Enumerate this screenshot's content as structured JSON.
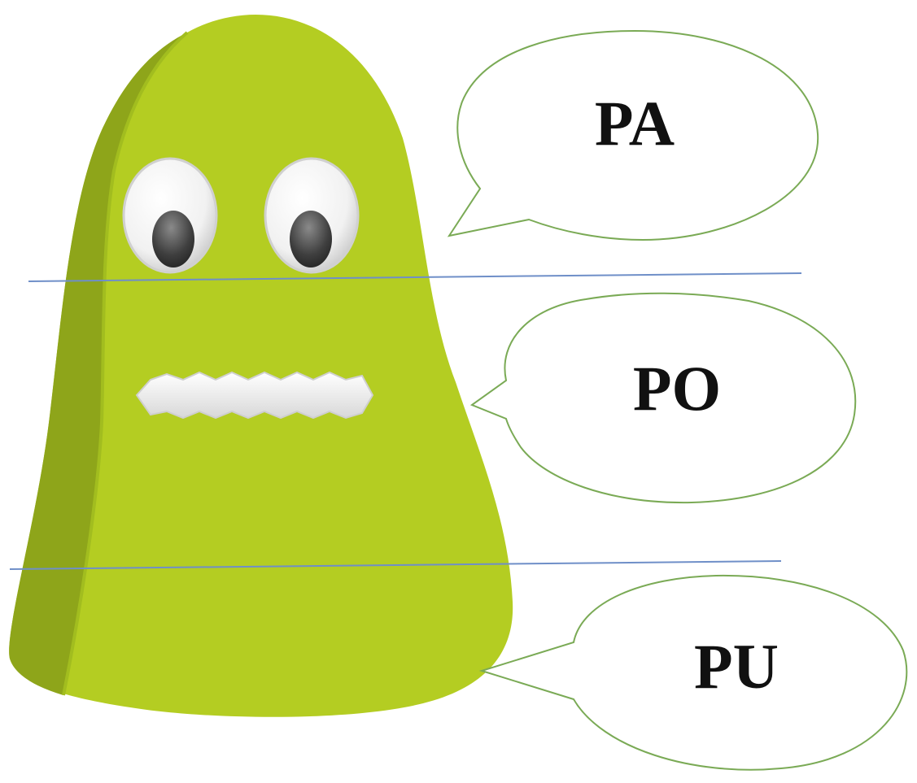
{
  "bubbles": [
    {
      "label": "PA"
    },
    {
      "label": "PO"
    },
    {
      "label": "PU"
    }
  ],
  "colors": {
    "body": "#b4cd22",
    "body_shadow": "#8ea51a",
    "body_edge": "#9cb81e",
    "bubble_outline": "#7aaa55",
    "divider_line": "#6f8fc8",
    "pupil": "#3c3c3c",
    "eye_white": "#f4f4f4"
  },
  "icons": {
    "character": "green-blob-character-icon",
    "eye": "googly-eye-icon",
    "mouth": "zigzag-mouth-icon",
    "bubble": "speech-bubble-icon"
  }
}
